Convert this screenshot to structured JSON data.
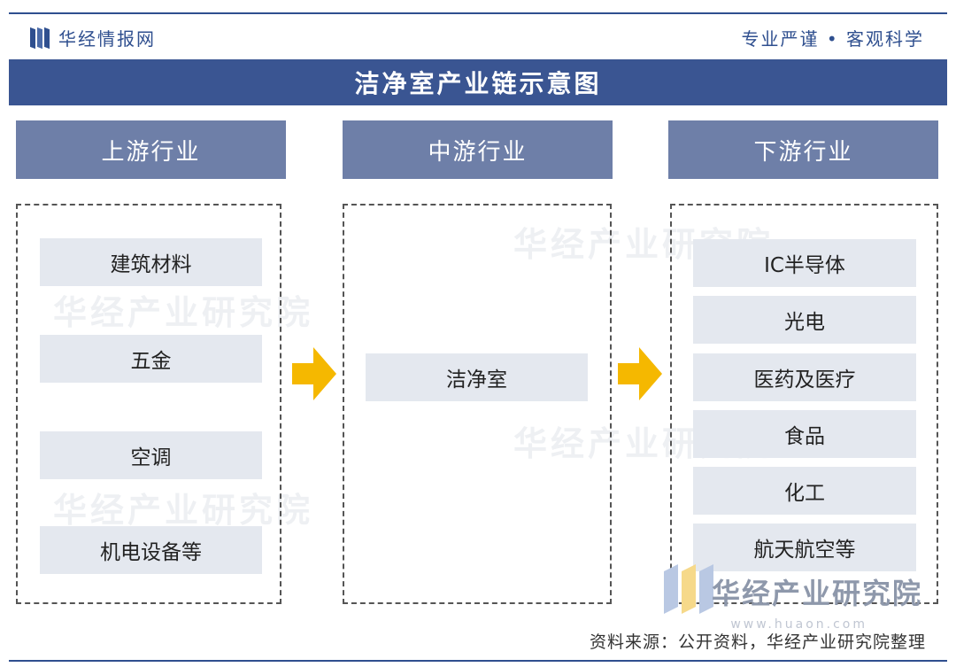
{
  "header": {
    "brand": "华经情报网",
    "slogan": "专业严谨 • 客观科学"
  },
  "title": "洁净室产业链示意图",
  "columns": [
    {
      "label": "上游行业",
      "items": [
        "建筑材料",
        "五金",
        "空调",
        "机电设备等"
      ]
    },
    {
      "label": "中游行业",
      "items": [
        "洁净室"
      ]
    },
    {
      "label": "下游行业",
      "items": [
        "IC半导体",
        "光电",
        "医药及医疗",
        "食品",
        "化工",
        "航天航空等"
      ]
    }
  ],
  "watermark": {
    "text": "华经产业研究院",
    "url": "www.huaon.com"
  },
  "footer": {
    "source": "资料来源：公开资料，华经产业研究院整理"
  },
  "colors": {
    "title_bar": "#3a5592",
    "column_header": "#6e7fa8",
    "item_bg": "#e4e8ef",
    "arrow": "#f5b800"
  }
}
